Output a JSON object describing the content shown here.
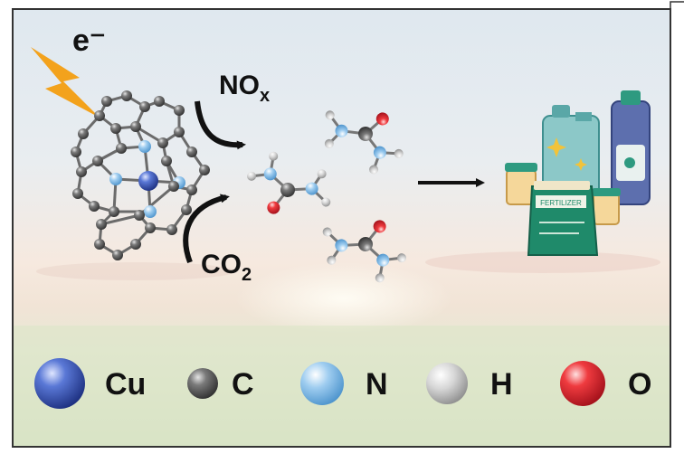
{
  "diagram": {
    "electron": "e⁻",
    "reactant_nox_main": "NO",
    "reactant_nox_sub": "x",
    "reactant_co2_main": "CO",
    "reactant_co2_sub": "2",
    "fertilizer_label": "FERTILIZER"
  },
  "legend": [
    {
      "symbol": "Cu",
      "color": "#2a46a6"
    },
    {
      "symbol": "C",
      "color": "#555555"
    },
    {
      "symbol": "N",
      "color": "#7bb9e8"
    },
    {
      "symbol": "H",
      "color": "#bdbdbd"
    },
    {
      "symbol": "O",
      "color": "#e8202a"
    }
  ],
  "colors": {
    "bolt": "#f3a21c",
    "arrow": "#111111",
    "bottle": "#2e9a80",
    "bag": "#1f8a6a",
    "frame": "#333333"
  }
}
